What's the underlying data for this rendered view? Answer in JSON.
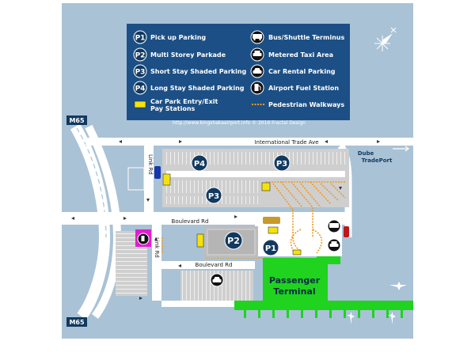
{
  "legend": {
    "items": [
      {
        "code": "P1",
        "label": "Pick up Parking"
      },
      {
        "code": "P2",
        "label": "Multi Storey Parkade"
      },
      {
        "code": "P3",
        "label": "Short Stay Shaded Parking"
      },
      {
        "code": "P4",
        "label": "Long Stay Shaded Parking"
      }
    ],
    "entry_label_1": "Car Park Entry/Exit",
    "entry_label_2": "Pay Stations",
    "services": [
      {
        "icon": "bus-icon",
        "label": "Bus/Shuttle Terminus"
      },
      {
        "icon": "taxi-icon",
        "label": "Metered Taxi Area"
      },
      {
        "icon": "car-rental-icon",
        "label": "Car Rental Parking"
      },
      {
        "icon": "fuel-icon",
        "label": "Airport Fuel Station"
      }
    ],
    "walkway_label": "Pedestrian Walkways"
  },
  "credit": "http://www.kingshakaairport.info © 2016 Fractal Design",
  "roads": {
    "m65_top": "M65",
    "m65_bottom": "M65",
    "international_trade_ave": "International Trade Ave",
    "link_rd_upper": "Link Rd",
    "link_rd_lower": "Link Rd",
    "boulevard_rd_upper": "Boulevard Rd",
    "boulevard_rd_lower": "Boulevard Rd",
    "dube_1": "Dube",
    "dube_2": "TradePort"
  },
  "parking_labels": {
    "p1": "P1",
    "p2": "P2",
    "p3_top": "P3",
    "p3_bottom": "P3",
    "p4": "P4"
  },
  "terminal": {
    "line1": "Passenger",
    "line2": "Terminal"
  },
  "colors": {
    "bg_blue": "#a9c2d6",
    "road_white": "#ffffff",
    "parking_gray": "#cfcfcf",
    "legend_blue": "#1c4f85",
    "terminal_green": "#1fd31f",
    "pay_yellow": "#f4e20c",
    "walkway_orange": "#f29a1c",
    "fuel_magenta": "#e31bd1"
  }
}
